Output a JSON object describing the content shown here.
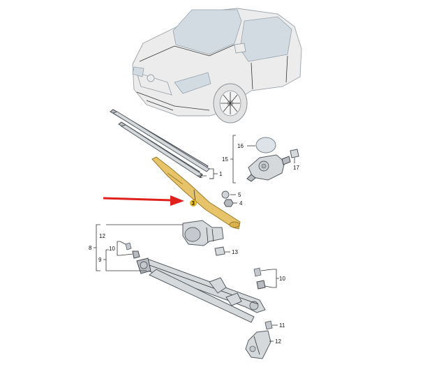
{
  "callouts": {
    "c1": "1",
    "c2": "2",
    "c3": "3",
    "c4": "4",
    "c5": "5",
    "c8": "8",
    "c9": "9",
    "c10a": "10",
    "c10b": "10",
    "c11": "11",
    "c12a": "12",
    "c12b": "12",
    "c13": "13",
    "c15": "15",
    "c16": "16",
    "c17": "17"
  },
  "colors": {
    "highlight_arm": "#e7c46a",
    "pointer_arrow": "#e0201b",
    "highlight_marker": "#f0c419"
  },
  "icons": [
    "red-pointer-arrow"
  ]
}
